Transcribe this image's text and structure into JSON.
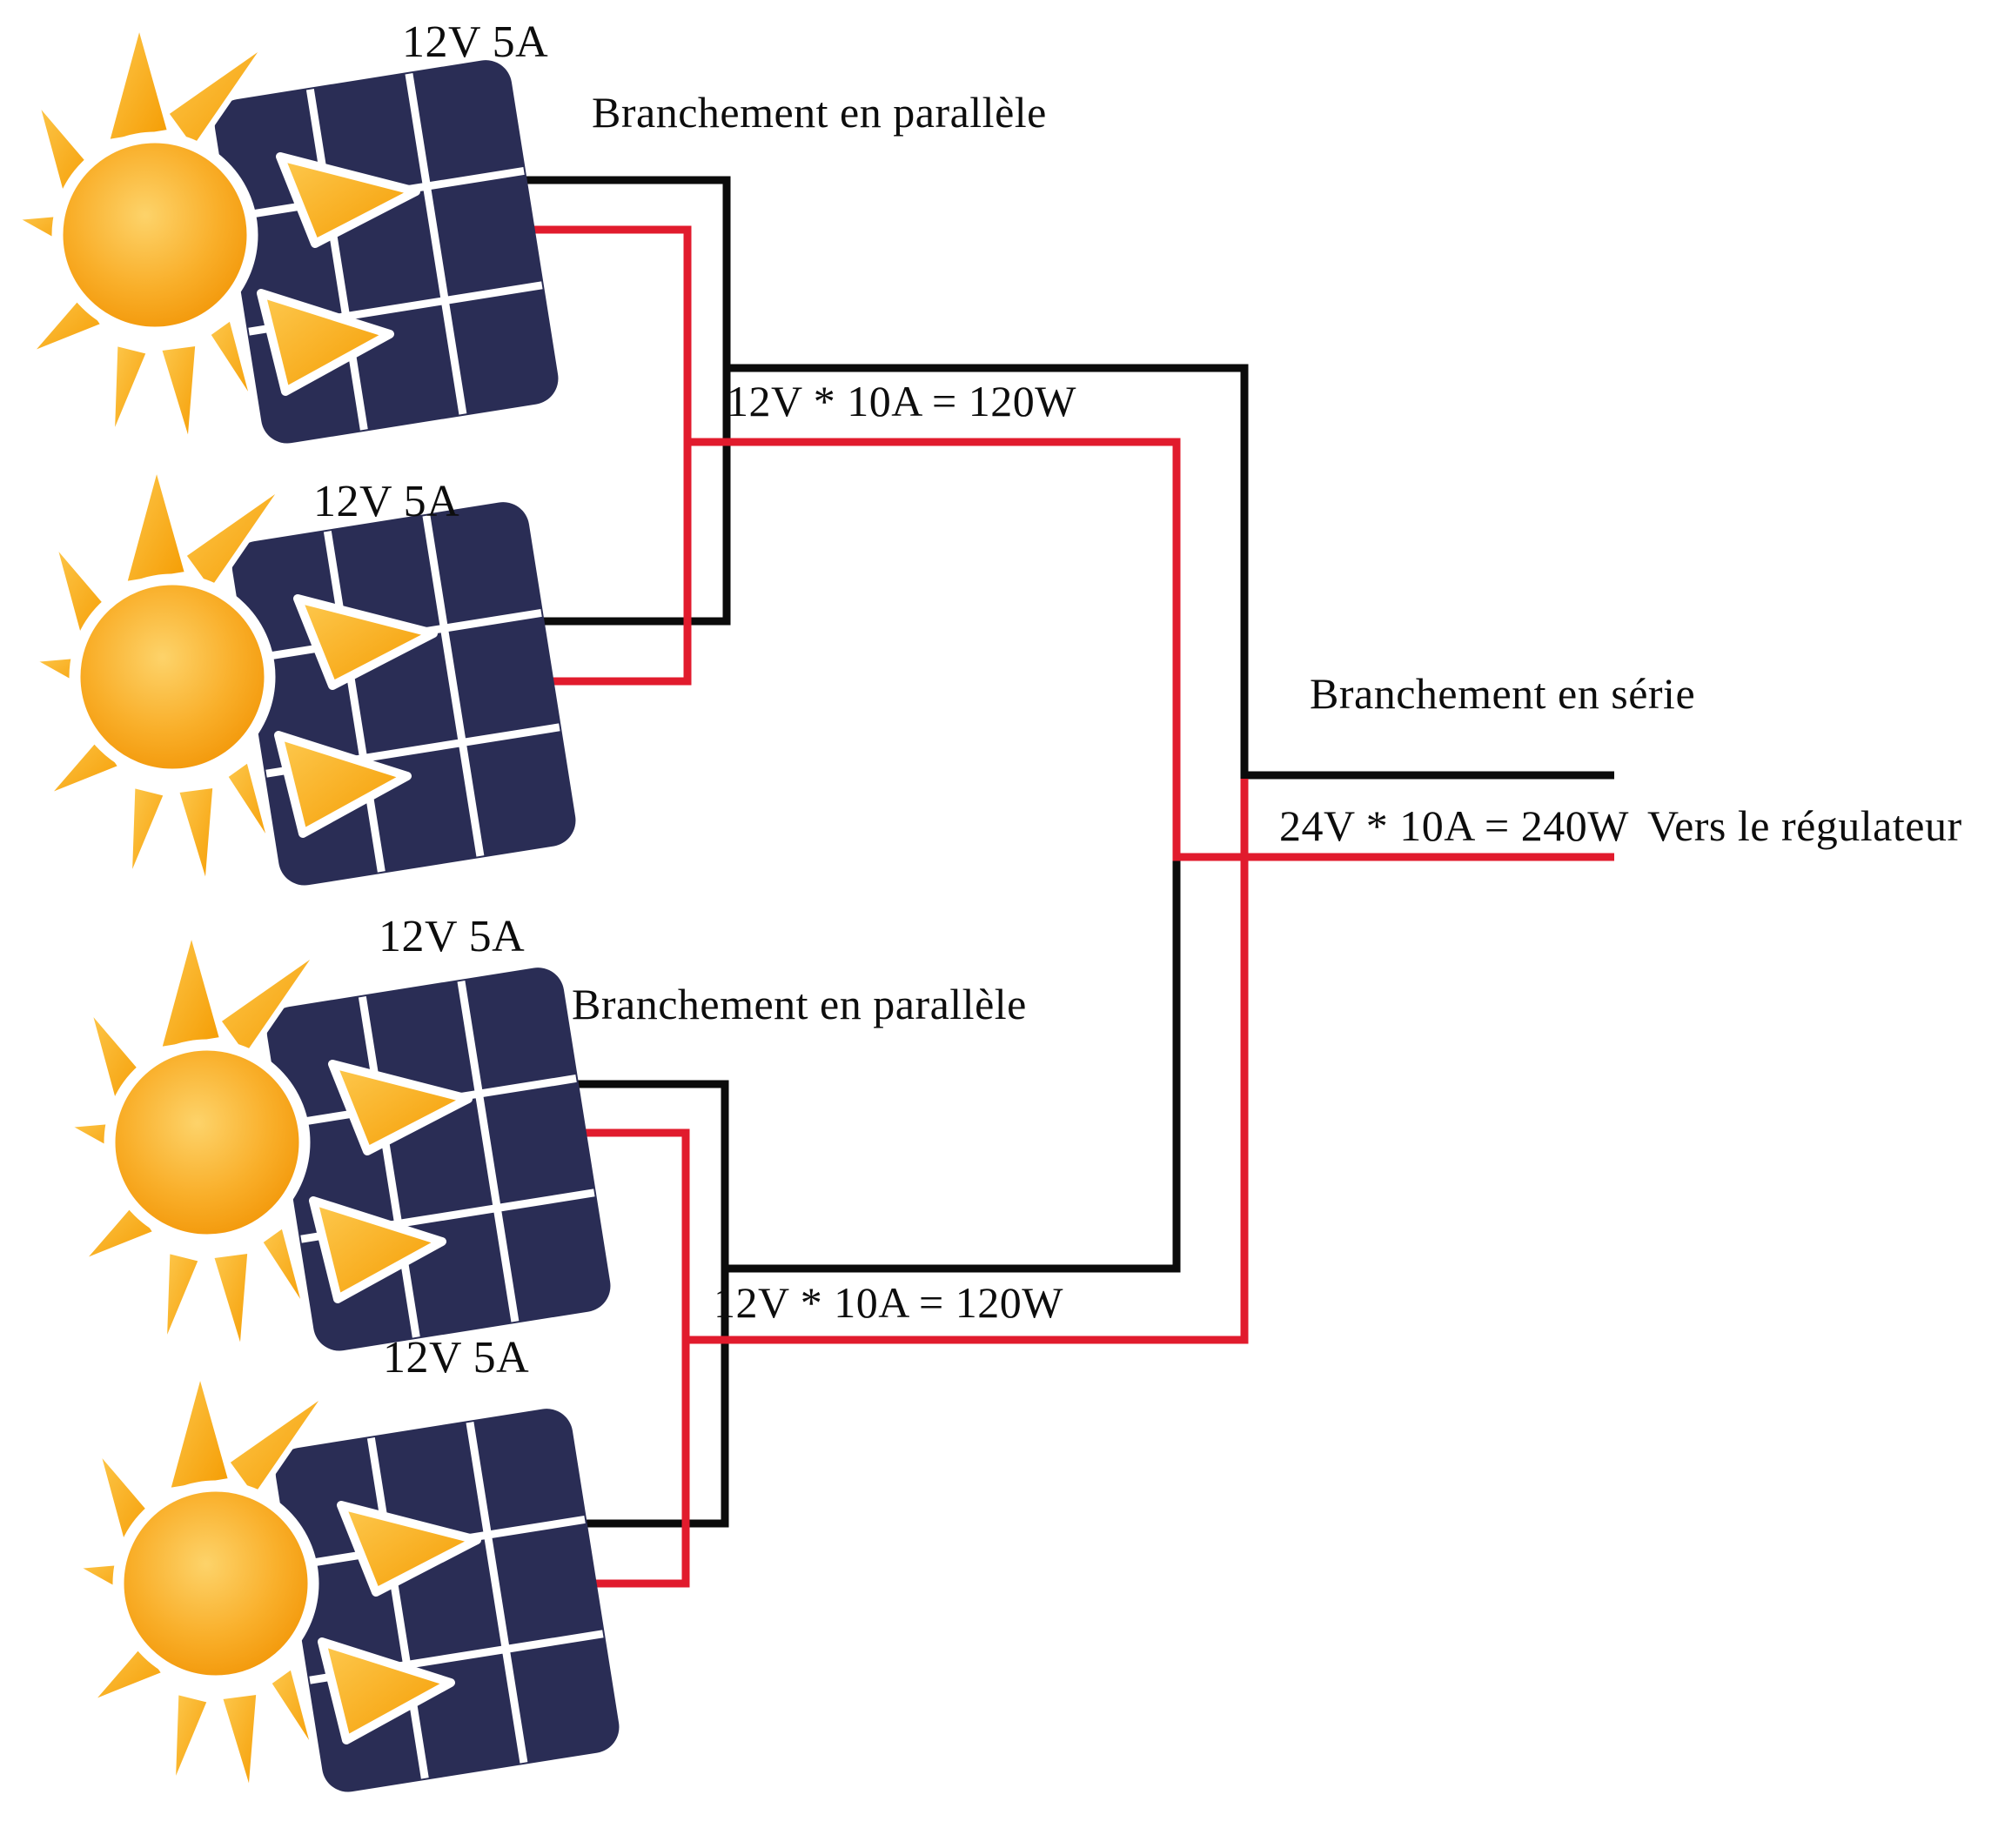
{
  "diagram": {
    "groups": [
      {
        "title": "Branchement en parallèle",
        "power": "12V * 10A = 120W",
        "panels": [
          {
            "label": "12V 5A"
          },
          {
            "label": "12V 5A"
          }
        ]
      },
      {
        "title": "Branchement en parallèle",
        "power": "12V * 10A = 120W",
        "panels": [
          {
            "label": "12V 5A"
          },
          {
            "label": "12V 5A"
          }
        ]
      }
    ],
    "series": {
      "title": "Branchement en série",
      "power": "24V * 10A = 240W",
      "destination": "Vers le régulateur"
    },
    "colors": {
      "positive_wire": "#e11b2d",
      "negative_wire": "#0b0b0b",
      "panel_body": "#2a2d55",
      "sun_deep": "#f19100"
    }
  }
}
